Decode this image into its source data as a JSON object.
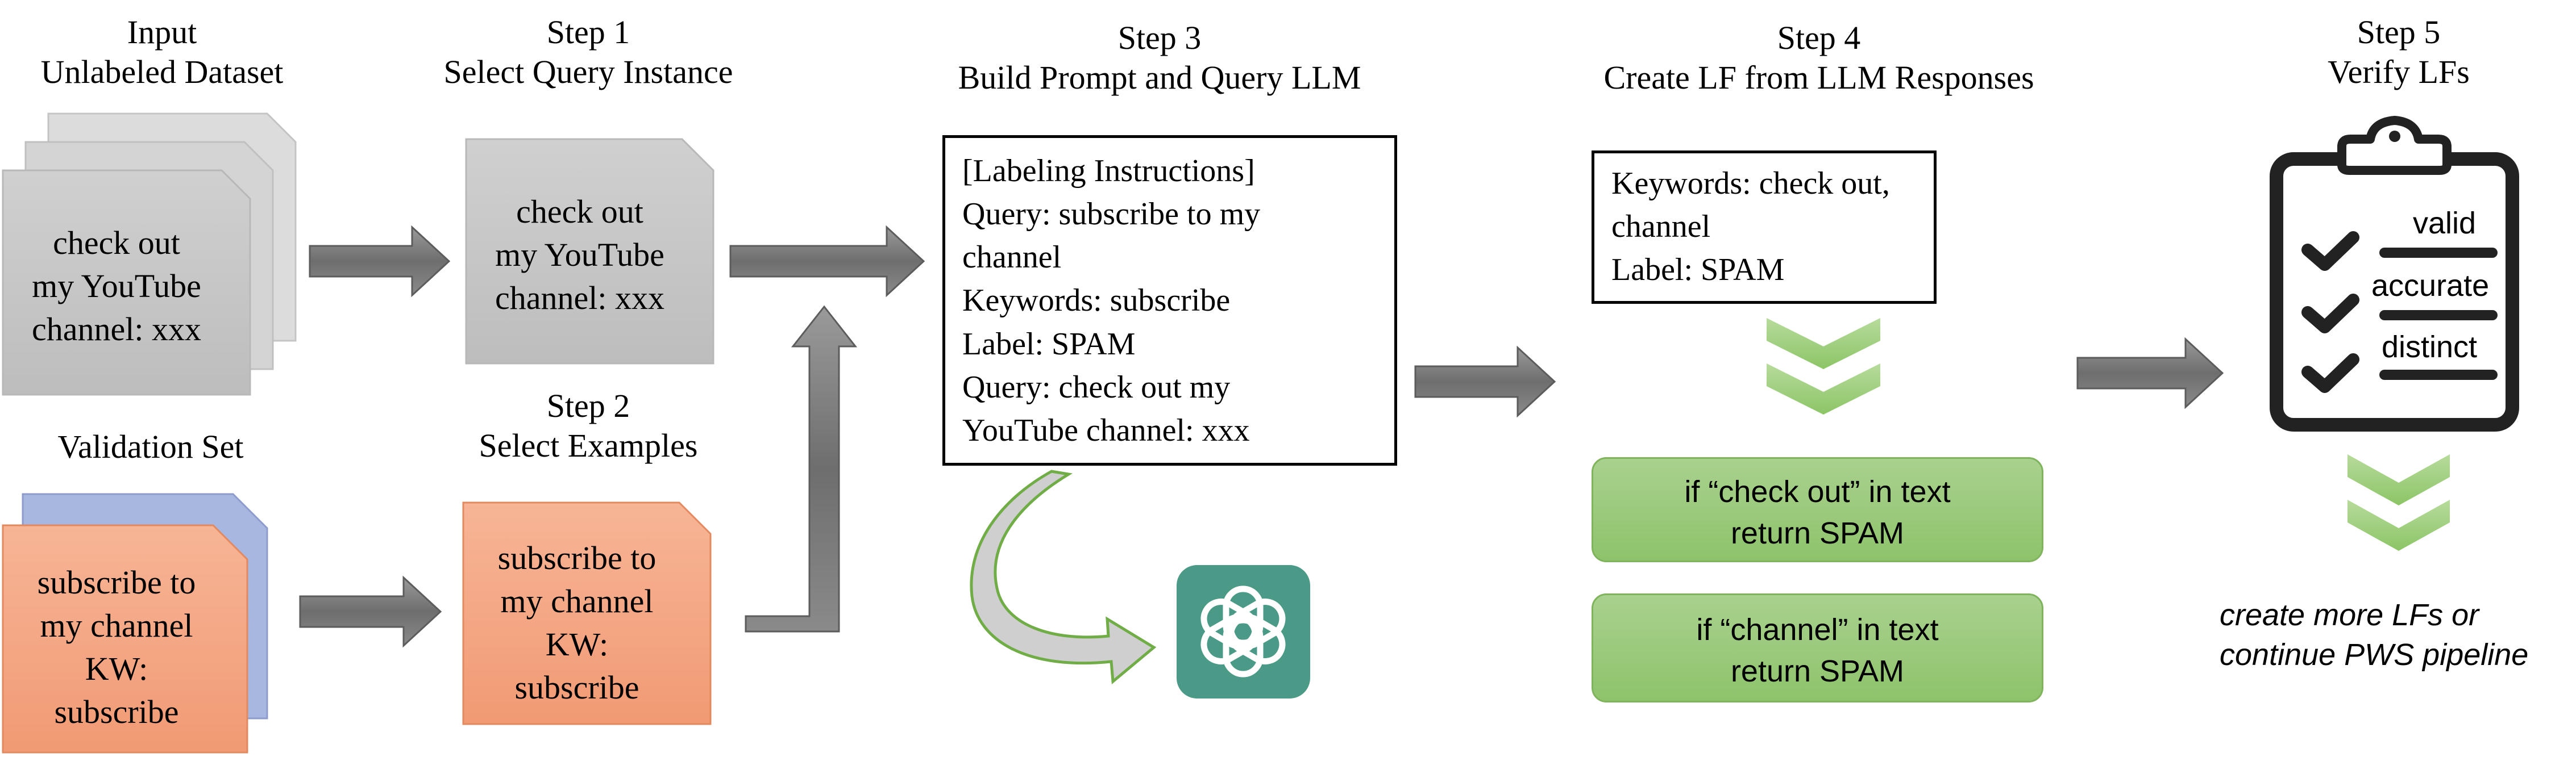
{
  "headers": {
    "input": {
      "line1": "Input",
      "line2": "Unlabeled Dataset"
    },
    "step1": {
      "line1": "Step 1",
      "line2": "Select Query Instance"
    },
    "step2": {
      "line1": "Step 2",
      "line2": "Select Examples"
    },
    "step3": {
      "line1": "Step 3",
      "line2": "Build Prompt and Query LLM"
    },
    "step4": {
      "line1": "Step 4",
      "line2": "Create LF from LLM Responses"
    },
    "step5": {
      "line1": "Step 5",
      "line2": "Verify LFs"
    },
    "validation": "Validation Set"
  },
  "dataset_card": {
    "lines": [
      "check out",
      "my YouTube",
      "channel: xxx"
    ]
  },
  "query_card": {
    "lines": [
      "check out",
      "my YouTube",
      "channel: xxx"
    ]
  },
  "validation_card": {
    "lines": [
      "subscribe to",
      "my channel",
      "KW:",
      "subscribe"
    ]
  },
  "example_card": {
    "lines": [
      "subscribe to",
      "my channel",
      "KW:",
      "subscribe"
    ]
  },
  "prompt_box": {
    "lines": [
      "[Labeling Instructions]",
      "Query: subscribe to my",
      "channel",
      "Keywords: subscribe",
      "Label: SPAM",
      "Query: check out my",
      "YouTube channel: xxx"
    ]
  },
  "response_box": {
    "lines": [
      "Keywords: check out,",
      "channel",
      "Label: SPAM"
    ]
  },
  "lf_boxes": [
    {
      "line1": "if “check out” in text",
      "line2": "return SPAM"
    },
    {
      "line1": "if “channel” in text",
      "line2": "return SPAM"
    }
  ],
  "checklist": {
    "items": [
      "valid",
      "accurate",
      "distinct"
    ]
  },
  "footer": {
    "line1": "create more LFs or",
    "line2": "continue PWS pipeline"
  },
  "icons": {
    "llm_logo": "openai-logo-icon",
    "clipboard": "clipboard-checklist-icon"
  },
  "colors": {
    "gray_card": "#c8c8c8",
    "orange_card": "#f4a380",
    "blue_card": "#9fb0dc",
    "green": "#a9d18e",
    "arrow": "#7a7a7a",
    "logo_bg": "#4a9a87"
  }
}
